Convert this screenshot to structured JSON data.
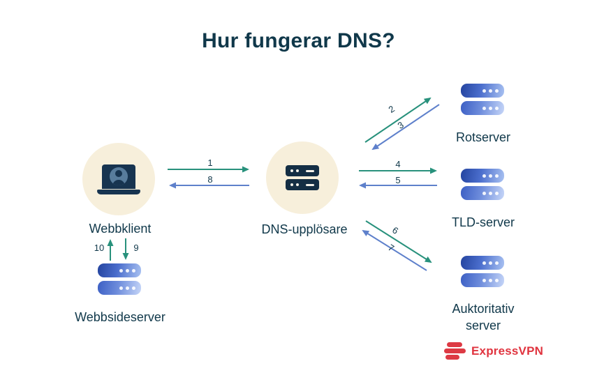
{
  "title": "Hur fungerar DNS?",
  "nodes": {
    "webbklient": "Webbklient",
    "dns_resolver": "DNS-upplösare",
    "rotserver": "Rotserver",
    "tld_server": "TLD-server",
    "auth_server_line1": "Auktoritativ",
    "auth_server_line2": "server",
    "webbsideserver": "Webbsideserver"
  },
  "steps": {
    "s1": "1",
    "s2": "2",
    "s3": "3",
    "s4": "4",
    "s5": "5",
    "s6": "6",
    "s7": "7",
    "s8": "8",
    "s9": "9",
    "s10": "10"
  },
  "edges": [
    {
      "step": "1",
      "from": "Webbklient",
      "to": "DNS-upplösare",
      "color": "#28917c"
    },
    {
      "step": "2",
      "from": "DNS-upplösare",
      "to": "Rotserver",
      "color": "#28917c"
    },
    {
      "step": "3",
      "from": "Rotserver",
      "to": "DNS-upplösare",
      "color": "#5e80cb"
    },
    {
      "step": "4",
      "from": "DNS-upplösare",
      "to": "TLD-server",
      "color": "#28917c"
    },
    {
      "step": "5",
      "from": "TLD-server",
      "to": "DNS-upplösare",
      "color": "#5e80cb"
    },
    {
      "step": "6",
      "from": "DNS-upplösare",
      "to": "Auktoritativ server",
      "color": "#28917c"
    },
    {
      "step": "7",
      "from": "Auktoritativ server",
      "to": "DNS-upplösare",
      "color": "#5e80cb"
    },
    {
      "step": "8",
      "from": "DNS-upplösare",
      "to": "Webbklient",
      "color": "#5e80cb"
    },
    {
      "step": "9",
      "from": "Webbklient",
      "to": "Webbsideserver",
      "color": "#28917c"
    },
    {
      "step": "10",
      "from": "Webbsideserver",
      "to": "Webbklient",
      "color": "#28917c"
    }
  ],
  "logo": {
    "brand": "ExpressVPN"
  },
  "colors": {
    "background": "#ffffff",
    "heading_text": "#10384a",
    "request_arrow": "#28917c",
    "response_arrow": "#5e80cb",
    "node_circle_bg": "#f7efdb",
    "server_blue_dark": "#24449f",
    "server_blue_light": "#c6d6f8",
    "device_navy": "#173450",
    "logo_red": "#e0343f"
  }
}
